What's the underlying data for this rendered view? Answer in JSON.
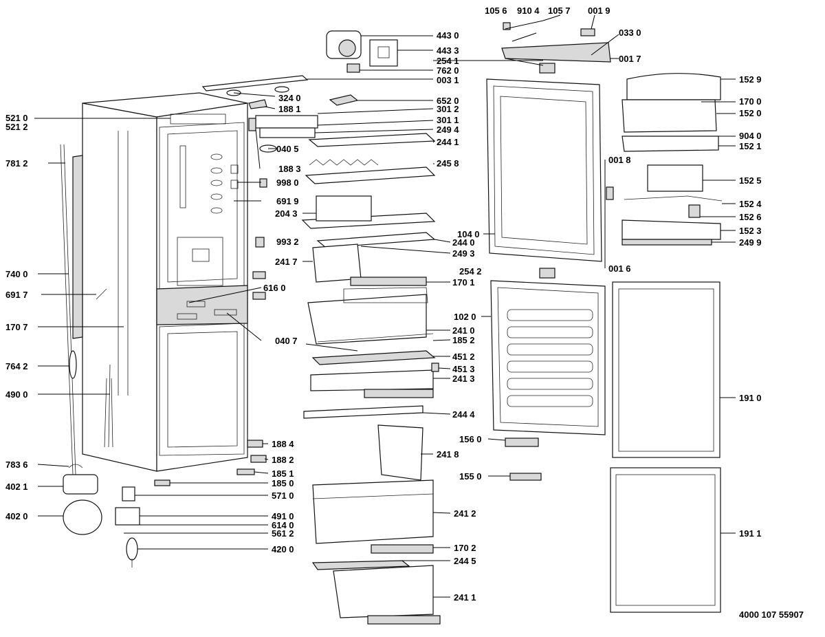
{
  "drawing": {
    "catalog_number": "4000 107 55907"
  },
  "labels": {
    "p1056": "105 6",
    "p9104": "910 4",
    "p1057": "105 7",
    "p0019": "001 9",
    "p4430": "443 0",
    "p0330": "033 0",
    "p4433": "443 3",
    "p0017": "001 7",
    "p2541": "254 1",
    "p7620": "762 0",
    "p1529": "152 9",
    "p0031": "003 1",
    "p3240": "324 0",
    "p1700": "170 0",
    "p1881": "188 1",
    "p6520": "652 0",
    "p1520": "152 0",
    "p5210": "521 0",
    "p5212": "521 2",
    "p3012": "301 2",
    "p3011": "301 1",
    "p2494": "249 4",
    "p9040": "904 0",
    "p0405": "040 5",
    "p2441": "244 1",
    "p1521": "152 1",
    "p7812": "781 2",
    "p1883": "188 3",
    "p0018": "001 8",
    "p2458": "245 8",
    "p9980": "998 0",
    "p1525": "152 5",
    "p6919": "691 9",
    "p1524": "152 4",
    "p2043": "204 3",
    "p1526": "152 6",
    "p1040": "104 0",
    "p1523": "152 3",
    "p9932": "993 2",
    "p2440": "244 0",
    "p2499": "249 9",
    "p2493": "249 3",
    "p2417": "241 7",
    "p0016": "001 6",
    "p2542": "254 2",
    "p7400": "740 0",
    "p1701": "170 1",
    "p6917": "691 7",
    "p6160": "616 0",
    "p1020": "102 0",
    "p1707": "170 7",
    "p2410": "241 0",
    "p0407": "040 7",
    "p1852": "185 2",
    "p4512": "451 2",
    "p7642": "764 2",
    "p4513": "451 3",
    "p2413": "241 3",
    "p1910": "191 0",
    "p4900": "490 0",
    "p2444": "244 4",
    "p1884": "188 4",
    "p1560": "156 0",
    "p2418": "241 8",
    "p1882": "188 2",
    "p7836": "783 6",
    "p1851": "185 1",
    "p1550": "155 0",
    "p4021": "402 1",
    "p1850": "185 0",
    "p5710": "571 0",
    "p2412": "241 2",
    "p4020": "402 0",
    "p4910": "491 0",
    "p6140": "614 0",
    "p5612": "561 2",
    "p1911": "191 1",
    "p4200": "420 0",
    "p1702": "170 2",
    "p2445": "244 5",
    "p2411": "241 1"
  }
}
